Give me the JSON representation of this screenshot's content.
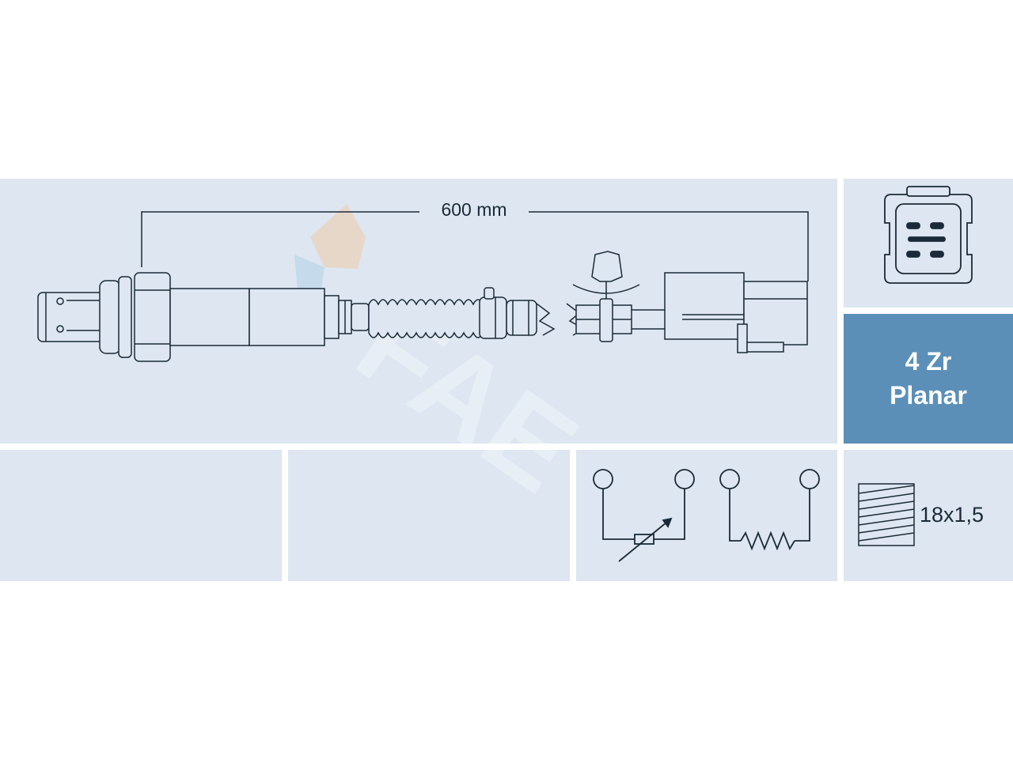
{
  "dimension": {
    "length_label": "600 mm"
  },
  "sensor_type": {
    "line1": "4 Zr",
    "line2": "Planar"
  },
  "thread": {
    "size_label": "18x1,5"
  },
  "colors": {
    "panel": "#dde6f1",
    "accent": "#5b8fb8",
    "line": "#1b2a38"
  },
  "icons": [
    "connector-4pin-icon",
    "variable-resistor-icon",
    "heater-resistor-icon",
    "thread-icon",
    "brand-logo-watermark"
  ]
}
